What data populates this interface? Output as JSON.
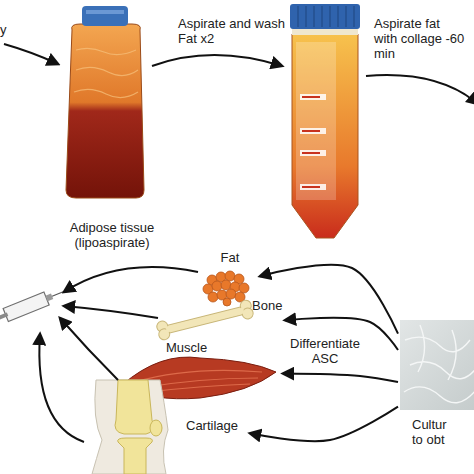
{
  "diagram": {
    "nodes": [
      {
        "text": [
          "Adipose tissue (lipoaspirate)"
        ]
      },
      {
        "text": [
          "Fat"
        ]
      },
      {
        "text": [
          "Bone"
        ]
      },
      {
        "text": [
          "Muscle"
        ]
      },
      {
        "text": [
          "Cartilage"
        ]
      },
      {
        "text": [
          "Cultur to obt"
        ]
      }
    ],
    "edges": [
      {
        "from": 5,
        "to": 1,
        "arrow": "to"
      },
      {
        "from": 5,
        "to": 2,
        "arrow": "to"
      },
      {
        "from": 5,
        "to": 3,
        "arrow": "to"
      },
      {
        "from": 5,
        "to": 4,
        "arrow": "to"
      }
    ],
    "labels": [
      "y",
      "Aspirate and wash Fat x2",
      "Aspirate fat with collage -60 min",
      "Differentiate ASC"
    ]
  }
}
